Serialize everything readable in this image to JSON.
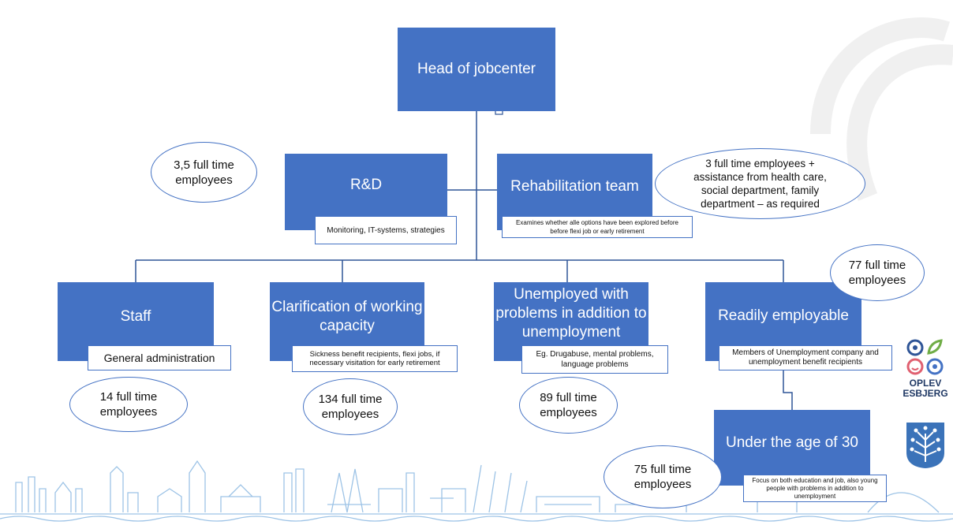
{
  "head": {
    "title": "Head of jobcenter"
  },
  "rnd": {
    "title": "R&D",
    "note": "Monitoring, IT-systems, strategies",
    "staff": "3,5 full time employees"
  },
  "rehab": {
    "title": "Rehabilitation team",
    "note": "Examines whether alle options have been explored before before flexi job or early retirement",
    "staff": "3 full time employees + assistance from health care, social department, family department – as required"
  },
  "staff": {
    "title": "Staff",
    "note": "General administration",
    "staff": "14 full time employees"
  },
  "clarification": {
    "title": "Clarification of working capacity",
    "note": "Sickness benefit recipients, flexi jobs, if necessary visitation for early retirement",
    "staff": "134 full time employees"
  },
  "unemployed": {
    "title": "Unemployed with problems in addition to unemployment",
    "note": "Eg. Drugabuse, mental problems, language problems",
    "staff": "89 full time employees"
  },
  "readily": {
    "title": "Readily employable",
    "note": "Members of Unemployment company and unemployment benefit recipients",
    "staff": "77 full time employees"
  },
  "under30": {
    "title": "Under the age of 30",
    "note": "Focus on both education and job, also young people with problems in addition to unemployment",
    "staff": "75 full time employees"
  },
  "logo": {
    "line1": "OPLEV",
    "line2": "ESBJERG"
  },
  "colors": {
    "box": "#4472c4",
    "line": "#2f5597",
    "skyline": "#9dc3e6"
  }
}
